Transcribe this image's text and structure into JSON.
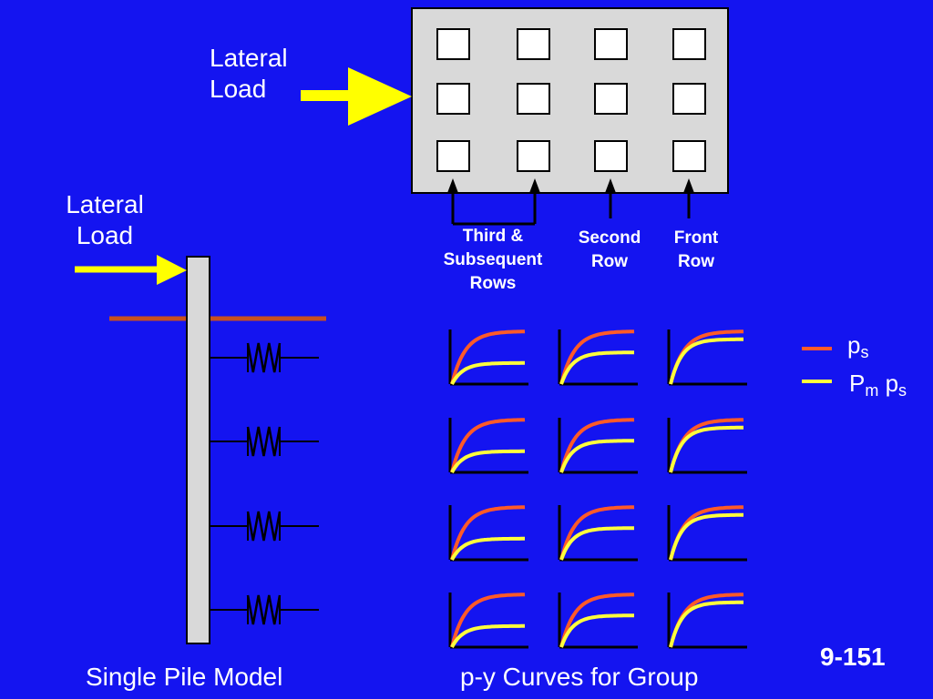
{
  "top_load_label": [
    "Lateral",
    "Load"
  ],
  "side_load_label": [
    "Lateral",
    "Load"
  ],
  "row_labels": {
    "third": [
      "Third &",
      "Subsequent",
      "Rows"
    ],
    "second": [
      "Second",
      "Row"
    ],
    "front": [
      "Front",
      "Row"
    ]
  },
  "legend": {
    "ps": {
      "main": "p",
      "sub": "s",
      "color": "#ff5a28"
    },
    "pmps": {
      "main": "P",
      "sub": "m",
      "tail": "p",
      "tail_sub": "s",
      "color": "#ffff3c"
    }
  },
  "captions": {
    "left": "Single Pile Model",
    "right": "p-y Curves for Group"
  },
  "slide_number": "9-151",
  "colors": {
    "background": "#1414f0",
    "pile_cap": "#d9d9d9",
    "arrow": "#ffff00",
    "ground_line": "#c8501e",
    "ps_curve": "#ff5a28",
    "pm_curve": "#ffff3c"
  },
  "group": {
    "rows": 3,
    "columns": 4
  },
  "springs": 4,
  "curve_grid": {
    "columns": [
      "third-and-subsequent-rows",
      "second-row",
      "front-row"
    ],
    "rows": 4,
    "ps_ultimate": 1.0,
    "pm_ratio_by_column": [
      0.4,
      0.6,
      0.85
    ]
  }
}
